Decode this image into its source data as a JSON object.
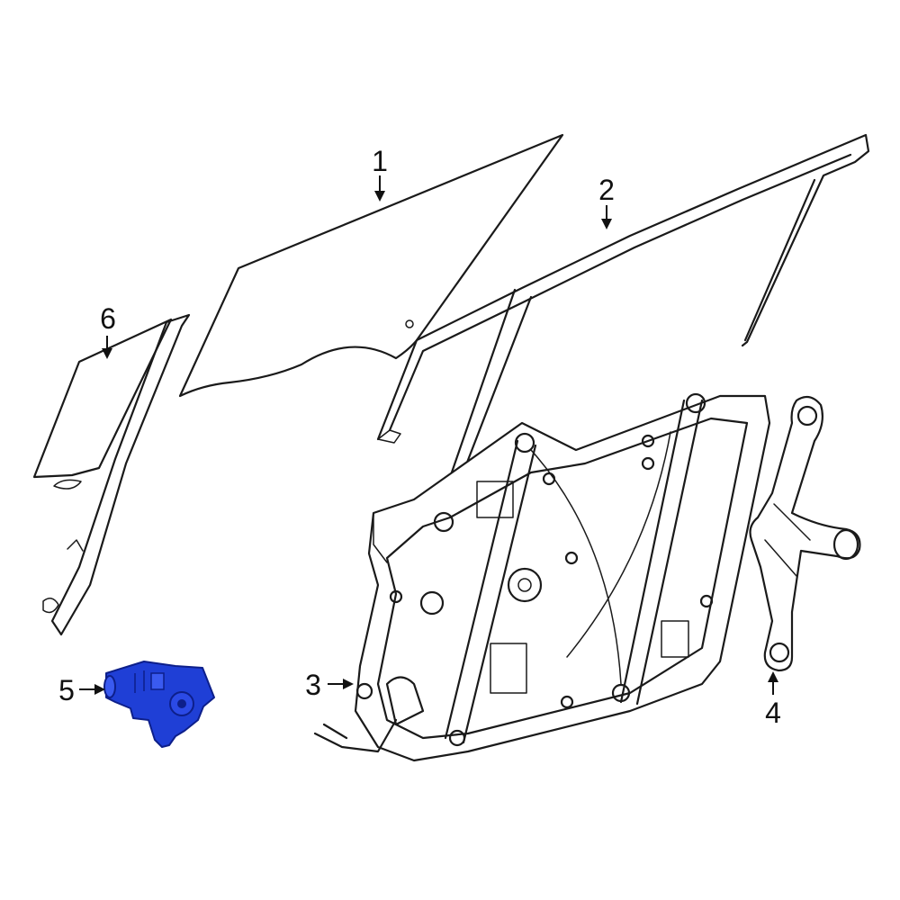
{
  "callouts": [
    {
      "id": "1",
      "label": "1",
      "part": "glass"
    },
    {
      "id": "2",
      "label": "2",
      "part": "glass-run-channel"
    },
    {
      "id": "3",
      "label": "3",
      "part": "window-regulator"
    },
    {
      "id": "4",
      "label": "4",
      "part": "door-check-arm"
    },
    {
      "id": "5",
      "label": "5",
      "part": "regulator-motor",
      "highlighted": true
    },
    {
      "id": "6",
      "label": "6",
      "part": "quarter-glass"
    }
  ],
  "colors": {
    "line": "#1a1a1a",
    "highlight": "#1f3fd6",
    "highlight_dark": "#0d1f8a",
    "background": "#ffffff"
  }
}
